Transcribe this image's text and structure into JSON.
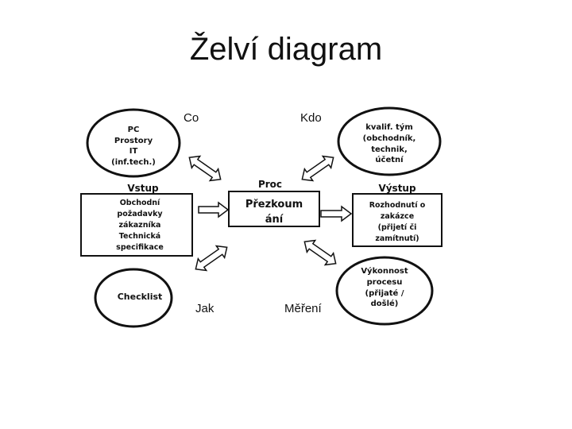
{
  "title": "Želví diagram",
  "labels": {
    "co": "Co",
    "kdo": "Kdo",
    "jak": "Jak",
    "mereni": "Měření"
  },
  "center": {
    "header": "Proc",
    "line1": "Přezkoum",
    "line2": "ání"
  },
  "input": {
    "header": "Vstup",
    "lines": [
      "Obchodní",
      "požadavky",
      "zákazníka",
      "Technická",
      "specifikace"
    ]
  },
  "output": {
    "header": "Výstup",
    "lines": [
      "Rozhodnutí o",
      "zakázce",
      "(přijetí či",
      "zamítnutí)"
    ]
  },
  "resources": {
    "lines": [
      "PC",
      "Prostory",
      "IT",
      "(inf.tech.)"
    ]
  },
  "people": {
    "lines": [
      "kvalif.  tým",
      "(obchodník,",
      "technik,",
      "účetní"
    ]
  },
  "methods": {
    "lines": [
      "Checklist"
    ]
  },
  "performance": {
    "lines": [
      "Výkonnost",
      "procesu",
      "(přijaté /",
      "došlé)"
    ]
  },
  "colors": {
    "line": "#111111",
    "background": "#ffffff"
  }
}
